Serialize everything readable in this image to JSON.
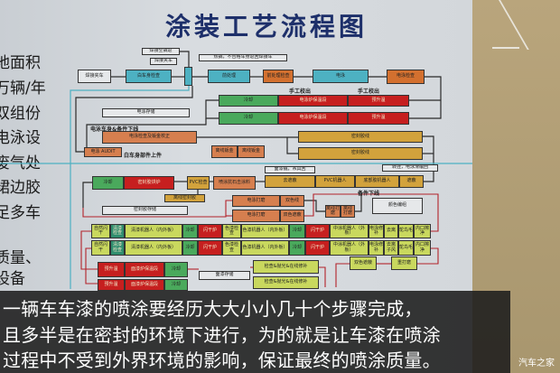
{
  "poster": {
    "title": "涂装工艺流程图",
    "left_partial_text": [
      "地面积",
      "万辆/年",
      "双组份",
      "电泳设",
      "废气处",
      "裙边胶",
      "足多车",
      "质量、",
      "设备"
    ]
  },
  "colors": {
    "teal": "#4db1c2",
    "orange": "#d3702f",
    "green": "#4aa95c",
    "red": "#c61f1f",
    "gold": "#d2a23c",
    "yellowgreen": "#c9d85e",
    "darkgreen": "#2f8d6e",
    "salmon": "#d67f4f",
    "white": "#e6e8ea"
  },
  "diagram": {
    "boxes": [
      {
        "label": "焊接夹车",
        "color": "white"
      },
      {
        "label": "白车身检查",
        "color": "teal"
      },
      {
        "label": "",
        "color": "teal"
      },
      {
        "label": "前处理",
        "color": "teal"
      },
      {
        "label": "前处理检查",
        "color": "orange"
      },
      {
        "label": "电泳",
        "color": "teal"
      },
      {
        "label": "电泳检查",
        "color": "orange"
      },
      {
        "label": "焊接空撬返",
        "color": "white"
      },
      {
        "label": "焊接夹车",
        "color": "white"
      },
      {
        "label": "热撬，不合格车身返回焊接车",
        "color": "white"
      },
      {
        "label": "冷却",
        "color": "green"
      },
      {
        "label": "电泳炉保温段",
        "color": "red"
      },
      {
        "label": "预升温",
        "color": "red"
      },
      {
        "label": "冷却",
        "color": "green"
      },
      {
        "label": "电泳炉保温段",
        "color": "red"
      },
      {
        "label": "预升温",
        "color": "red"
      },
      {
        "label": "电泳存储",
        "color": "white"
      },
      {
        "label": "电泳检查及钣金校正",
        "color": "salmon"
      },
      {
        "label": "电泳 AUDIT",
        "color": "salmon"
      },
      {
        "label": "离线钣金",
        "color": "salmon"
      },
      {
        "label": "离线钣金",
        "color": "salmon"
      },
      {
        "label": "密封胶线",
        "color": "gold"
      },
      {
        "label": "密封胶线",
        "color": "gold"
      },
      {
        "label": "面漆橇，吊具回",
        "color": "white"
      },
      {
        "label": "转挂，电泳滑橇回",
        "color": "white"
      },
      {
        "label": "冷却",
        "color": "green"
      },
      {
        "label": "密封胶烘炉",
        "color": "red"
      },
      {
        "label": "PVC检查",
        "color": "gold"
      },
      {
        "label": "喷涂抗石击涂料",
        "color": "salmon"
      },
      {
        "label": "去遮蔽",
        "color": "gold"
      },
      {
        "label": "PVC机器人",
        "color": "gold"
      },
      {
        "label": "底部胶机器人",
        "color": "gold"
      },
      {
        "label": "遮蔽",
        "color": "gold"
      },
      {
        "label": "离线密封胶",
        "color": "gold"
      },
      {
        "label": "电泳打磨",
        "color": "salmon"
      },
      {
        "label": "双色线",
        "color": "salmon"
      },
      {
        "label": "电泳打磨",
        "color": "salmon"
      },
      {
        "label": "双色遮蔽",
        "color": "salmon"
      },
      {
        "label": "离线打磨",
        "color": "salmon"
      },
      {
        "label": "离线打磨",
        "color": "salmon"
      },
      {
        "label": "颜色编组",
        "color": "white"
      },
      {
        "label": "密封胶存储",
        "color": "white"
      },
      {
        "label": "预升温",
        "color": "red"
      },
      {
        "label": "面漆炉保温段",
        "color": "red"
      },
      {
        "label": "冷却",
        "color": "green"
      },
      {
        "label": "预升温",
        "color": "red"
      },
      {
        "label": "面漆炉保温段",
        "color": "red"
      },
      {
        "label": "冷却",
        "color": "green"
      },
      {
        "label": "面漆存储",
        "color": "white"
      },
      {
        "label": "检查&抛光&在线修补",
        "color": "yellowgreen"
      },
      {
        "label": "检查&抛光&在线修补",
        "color": "yellowgreen"
      },
      {
        "label": "双色遮蔽",
        "color": "yellowgreen"
      },
      {
        "label": "重打磨",
        "color": "yellowgreen"
      }
    ],
    "paint_rows": [
      [
        {
          "label": "自然闪干",
          "color": "yellowgreen"
        },
        {
          "label": "清漆检查",
          "color": "darkgreen"
        },
        {
          "label": "清漆机器人（内外板）",
          "color": "yellowgreen"
        },
        {
          "label": "冷却",
          "color": "green"
        },
        {
          "label": "闪干炉",
          "color": "red"
        },
        {
          "label": "色漆检查",
          "color": "yellowgreen"
        },
        {
          "label": "色漆机器人（内外板）",
          "color": "yellowgreen"
        },
        {
          "label": "冷却",
          "color": "green"
        },
        {
          "label": "闪干炉",
          "color": "red"
        },
        {
          "label": "中涂机器人（外板）",
          "color": "yellowgreen"
        },
        {
          "label": "电泳修补",
          "color": "yellowgreen"
        },
        {
          "label": "去离",
          "color": "yellowgreen"
        },
        {
          "label": "鸵鸟毛",
          "color": "yellowgreen"
        },
        {
          "label": "内口擦净",
          "color": "yellowgreen"
        }
      ],
      [
        {
          "label": "自然闪干",
          "color": "yellowgreen"
        },
        {
          "label": "清漆检查",
          "color": "darkgreen"
        },
        {
          "label": "清漆机器人（内外板）",
          "color": "yellowgreen"
        },
        {
          "label": "冷却",
          "color": "green"
        },
        {
          "label": "闪干炉",
          "color": "red"
        },
        {
          "label": "色漆检查",
          "color": "yellowgreen"
        },
        {
          "label": "色漆机器人（内外板）",
          "color": "yellowgreen"
        },
        {
          "label": "冷却",
          "color": "green"
        },
        {
          "label": "闪干炉",
          "color": "red"
        },
        {
          "label": "中涂机器人（外板）",
          "color": "yellowgreen"
        },
        {
          "label": "电泳修补",
          "color": "yellowgreen"
        },
        {
          "label": "去离子风",
          "color": "yellowgreen"
        },
        {
          "label": "鸵鸟毛",
          "color": "yellowgreen"
        },
        {
          "label": "内口擦净",
          "color": "yellowgreen"
        }
      ]
    ],
    "labels": [
      "手工校出",
      "手工校出",
      "电泳车身&备件下线",
      "白车身部件上件",
      "备件下线"
    ]
  },
  "subtitle": {
    "lines": [
      "一辆车车漆的喷涂要经历大大小小几十个步骤完成，",
      "且多半是在密封的环境下进行，为的就是让车漆在喷涂",
      "过程中不受到外界环境的影响，保证最终的喷涂质量。"
    ]
  },
  "watermark": "汽车之家"
}
